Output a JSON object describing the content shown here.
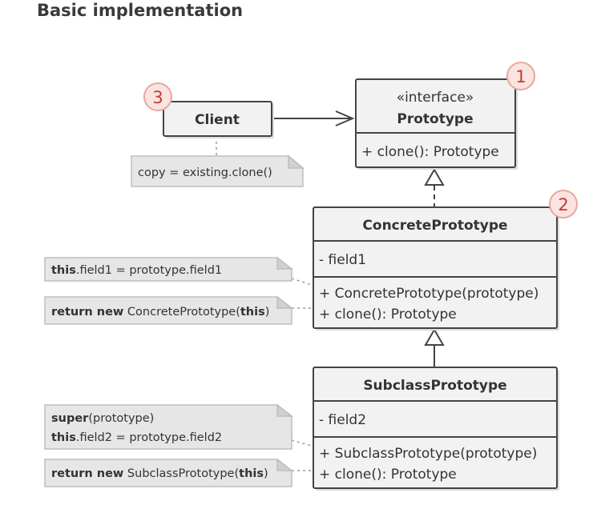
{
  "title": "Basic implementation",
  "colors": {
    "box_fill": "#f2f2f2",
    "box_stroke": "#444444",
    "note_fill": "#e6e6e6",
    "badge_fill": "#fbe3df",
    "badge_text": "#c63a33"
  },
  "client": {
    "name": "Client",
    "badge": "3",
    "note": "copy = existing.clone()"
  },
  "prototype": {
    "stereotype": "«interface»",
    "name": "Prototype",
    "badge": "1",
    "methods": [
      "+ clone(): Prototype"
    ]
  },
  "concrete": {
    "name": "ConcretePrototype",
    "badge": "2",
    "fields": [
      "- field1"
    ],
    "methods": [
      "+ ConcretePrototype(prototype)",
      "+ clone(): Prototype"
    ],
    "note_field": {
      "kw": "this",
      "rest": ".field1 = prototype.field1"
    },
    "note_clone": {
      "kw": "return new",
      "mid": " ConcretePrototype(",
      "kw2": "this",
      "end": ")"
    }
  },
  "subclass": {
    "name": "SubclassPrototype",
    "fields": [
      "- field2"
    ],
    "methods": [
      "+ SubclassPrototype(prototype)",
      "+ clone(): Prototype"
    ],
    "note_super": {
      "kw": "super",
      "rest": "(prototype)"
    },
    "note_field": {
      "kw": "this",
      "rest": ".field2 = prototype.field2"
    },
    "note_clone": {
      "kw": "return new",
      "mid": " SubclassPrototype(",
      "kw2": "this",
      "end": ")"
    }
  }
}
